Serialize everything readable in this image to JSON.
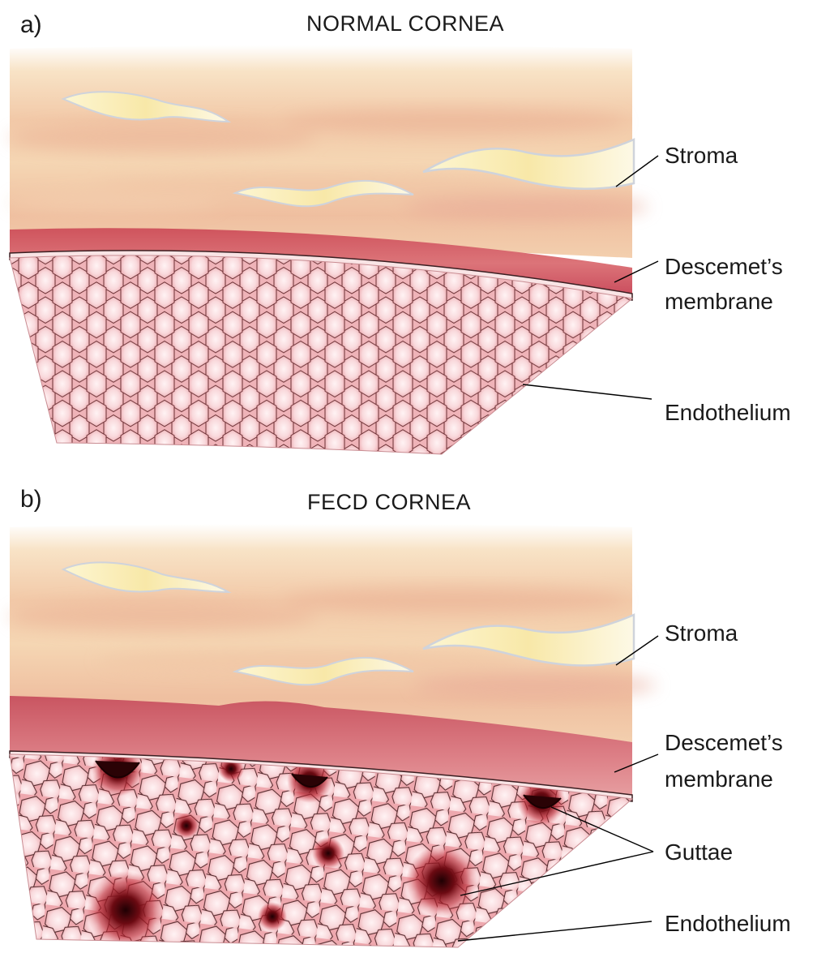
{
  "panels": [
    {
      "letter": "a)",
      "title": "NORMAL CORNEA",
      "labels": {
        "stroma": "Stroma",
        "descemet_1": "Descemet’s",
        "descemet_2": "membrane",
        "endothelium": "Endothelium"
      }
    },
    {
      "letter": "b)",
      "title": "FECD CORNEA",
      "labels": {
        "stroma": "Stroma",
        "descemet_1": "Descemet’s",
        "descemet_2": "membrane",
        "guttae": "Guttae",
        "endothelium": "Endothelium"
      }
    }
  ],
  "colors": {
    "stroma_light": "#f8e3c6",
    "stroma_mid": "#f2caa6",
    "stroma_pink": "#eeb3a0",
    "fibre": "#fbf2c4",
    "descemet": "#d96a70",
    "descemet_dark": "#c94a55",
    "cell_fill": "#f6c9cc",
    "cell_center": "#fdeef0",
    "cell_line": "#5a2a2e",
    "gutta": "#3a0206"
  }
}
